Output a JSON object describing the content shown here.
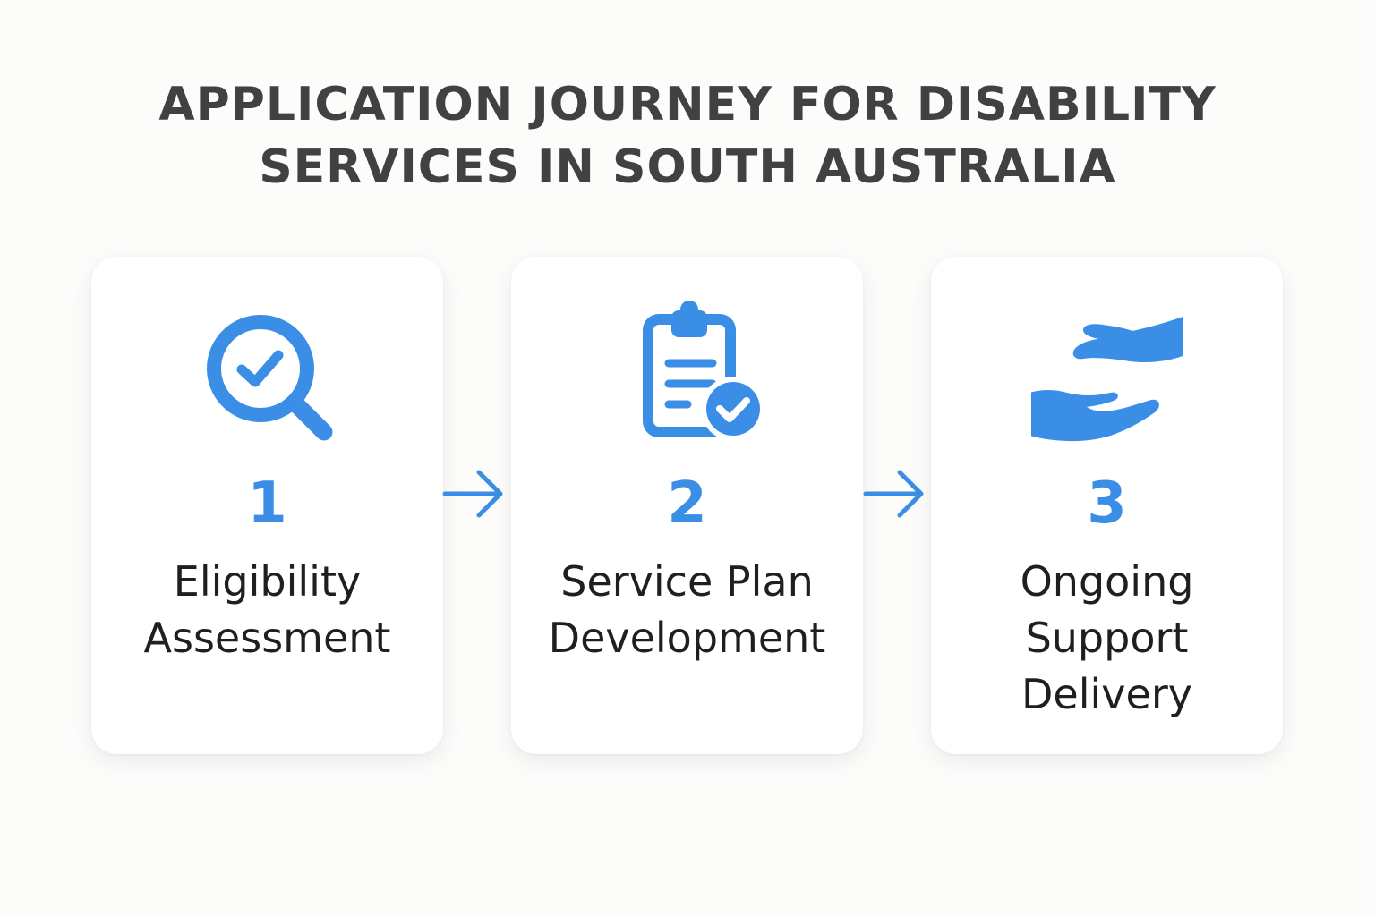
{
  "title": {
    "line1": "APPLICATION JOURNEY FOR DISABILITY",
    "line2": "SERVICES IN SOUTH AUSTRALIA"
  },
  "colors": {
    "accent": "#3a8ee6",
    "title": "#3f4143",
    "label": "#1f1f1f",
    "card": "#ffffff",
    "background": "#fcfcfb"
  },
  "steps": [
    {
      "number": "1",
      "label_lines": [
        "Eligibility",
        "Assessment"
      ],
      "icon": "magnifier-check-icon"
    },
    {
      "number": "2",
      "label_lines": [
        "Service Plan",
        "Development"
      ],
      "icon": "clipboard-check-icon"
    },
    {
      "number": "3",
      "label_lines": [
        "Ongoing",
        "Support",
        "Delivery"
      ],
      "icon": "helping-hands-icon"
    }
  ],
  "connectors": [
    "arrow-right-icon",
    "arrow-right-icon"
  ]
}
